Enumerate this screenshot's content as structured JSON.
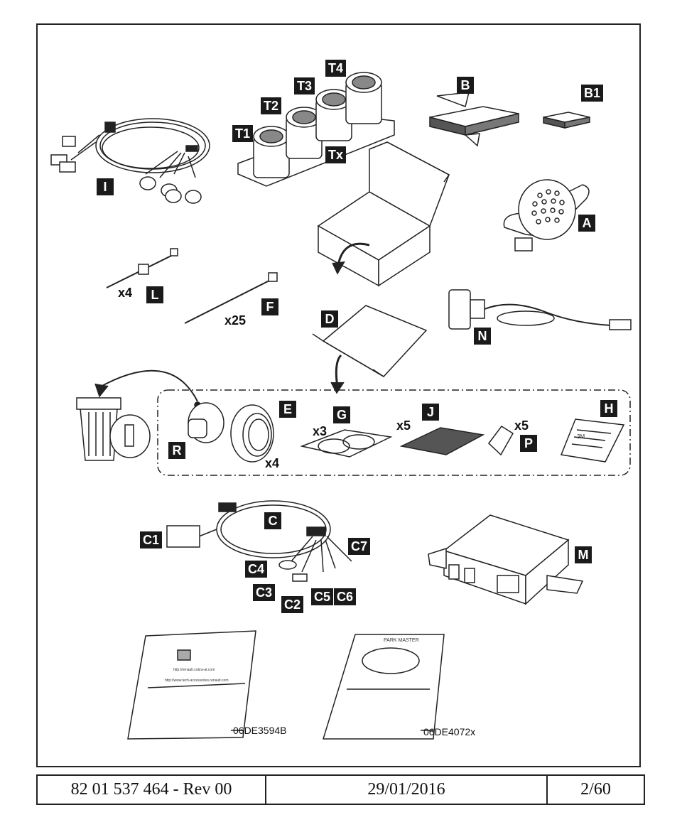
{
  "labels": {
    "I": "I",
    "T1": "T1",
    "T2": "T2",
    "T3": "T3",
    "T4": "T4",
    "Tx": "Tx",
    "B": "B",
    "B1": "B1",
    "A": "A",
    "L": "L",
    "F": "F",
    "N": "N",
    "D": "D",
    "R": "R",
    "E": "E",
    "G": "G",
    "J": "J",
    "P": "P",
    "H": "H",
    "C": "C",
    "C1": "C1",
    "C2": "C2",
    "C3": "C3",
    "C4": "C4",
    "C5": "C5",
    "C6": "C6",
    "C7": "C7",
    "M": "M"
  },
  "quantities": {
    "L": "x4",
    "F": "x25",
    "E": "x4",
    "G": "x3",
    "J": "x5",
    "P": "x5"
  },
  "documents": {
    "doc1_ref": "06DE3594B",
    "doc2_ref": "06DE4072x",
    "doc1_url1": "http://renault.cobra-at.com",
    "doc1_url2": "http://www.tech-accessoires.renault.com",
    "doc2_title": "PARK MASTER",
    "h_bag_text": "3M"
  },
  "footer": {
    "part_number": "82 01 537 464  - Rev 00",
    "date": "29/01/2016",
    "page": "2/60"
  },
  "colors": {
    "label_bg": "#1a1a1a",
    "label_text": "#ffffff",
    "line": "#222222"
  }
}
